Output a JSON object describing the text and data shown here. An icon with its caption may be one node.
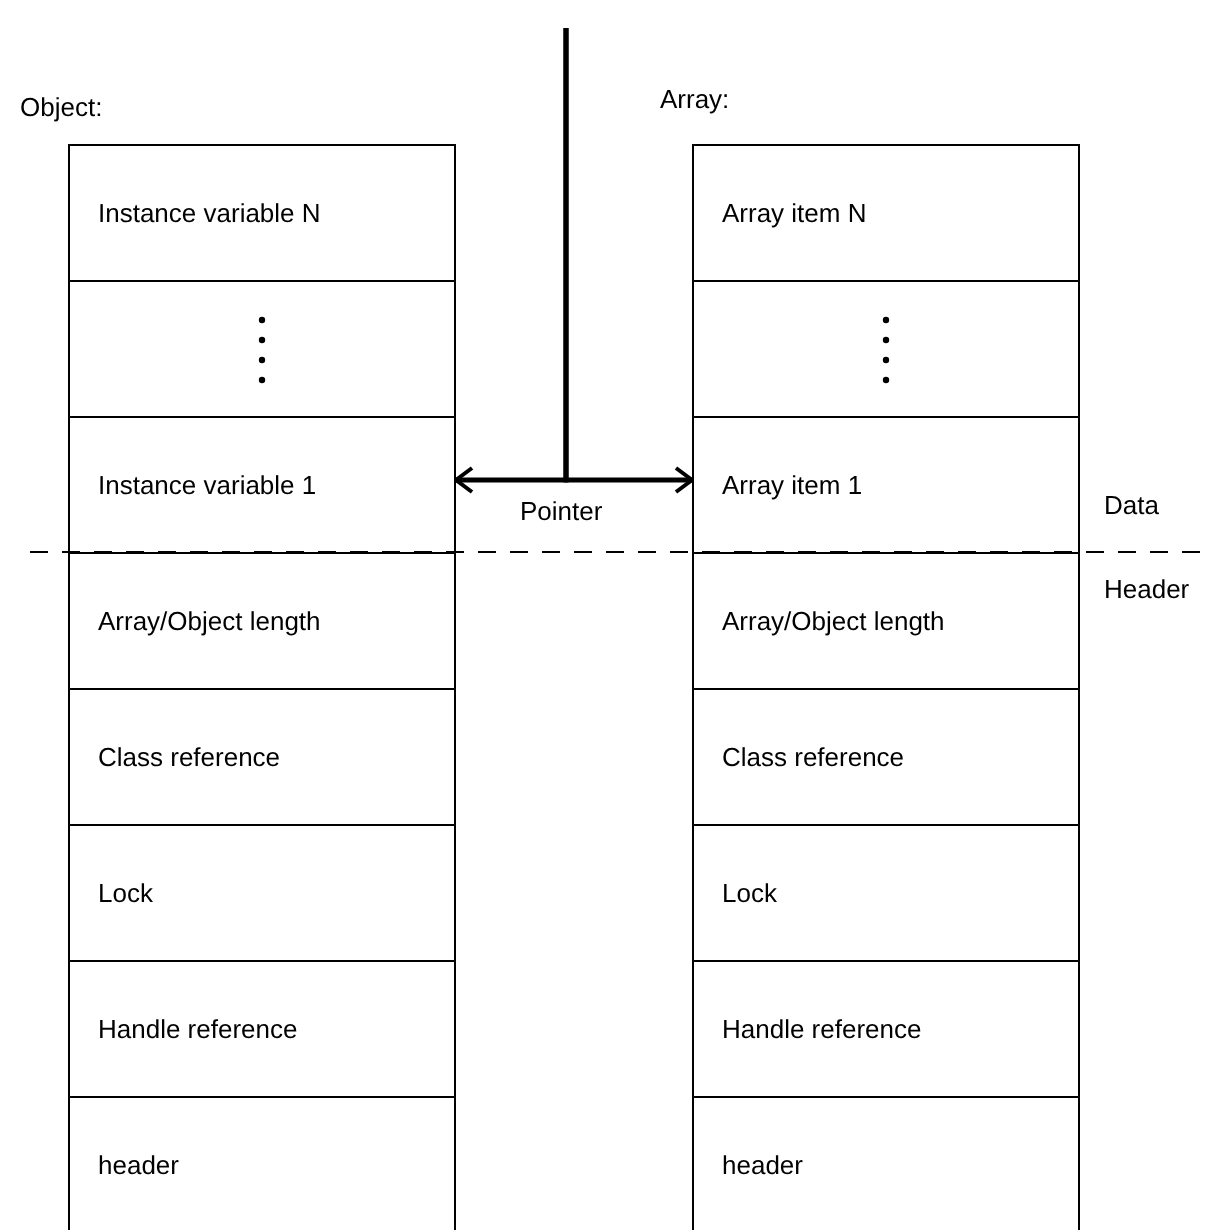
{
  "diagram": {
    "nodes": [
      {
        "text": [
          "Object:"
        ]
      },
      {
        "text": [
          "Instance variable N"
        ],
        "in": 0
      },
      {
        "text": [],
        "shape": "box",
        "in": 0
      },
      {
        "text": [
          "Instance variable 1"
        ],
        "in": 0
      },
      {
        "text": [
          "Array/Object length"
        ],
        "in": 0
      },
      {
        "text": [
          "Class reference"
        ],
        "in": 0
      },
      {
        "text": [
          "Lock"
        ],
        "in": 0
      },
      {
        "text": [
          "Handle reference"
        ],
        "in": 0
      },
      {
        "text": [
          "header"
        ],
        "in": 0
      },
      {
        "text": [
          "Array:"
        ]
      },
      {
        "text": [
          "Array item N"
        ],
        "in": 9
      },
      {
        "text": [],
        "shape": "box",
        "in": 9
      },
      {
        "text": [
          "Array item 1"
        ],
        "in": 9
      },
      {
        "text": [
          "Array/Object length"
        ],
        "in": 9
      },
      {
        "text": [
          "Class reference"
        ],
        "in": 9
      },
      {
        "text": [
          "Lock"
        ],
        "in": 9
      },
      {
        "text": [
          "Handle reference"
        ],
        "in": 9
      },
      {
        "text": [
          "header"
        ],
        "in": 9
      }
    ],
    "edges": [
      {
        "from": null,
        "to": 3,
        "arrow": "to",
        "label": "Pointer"
      },
      {
        "from": null,
        "to": 12,
        "arrow": "to"
      }
    ],
    "labels": [
      "Data",
      "Header"
    ]
  }
}
